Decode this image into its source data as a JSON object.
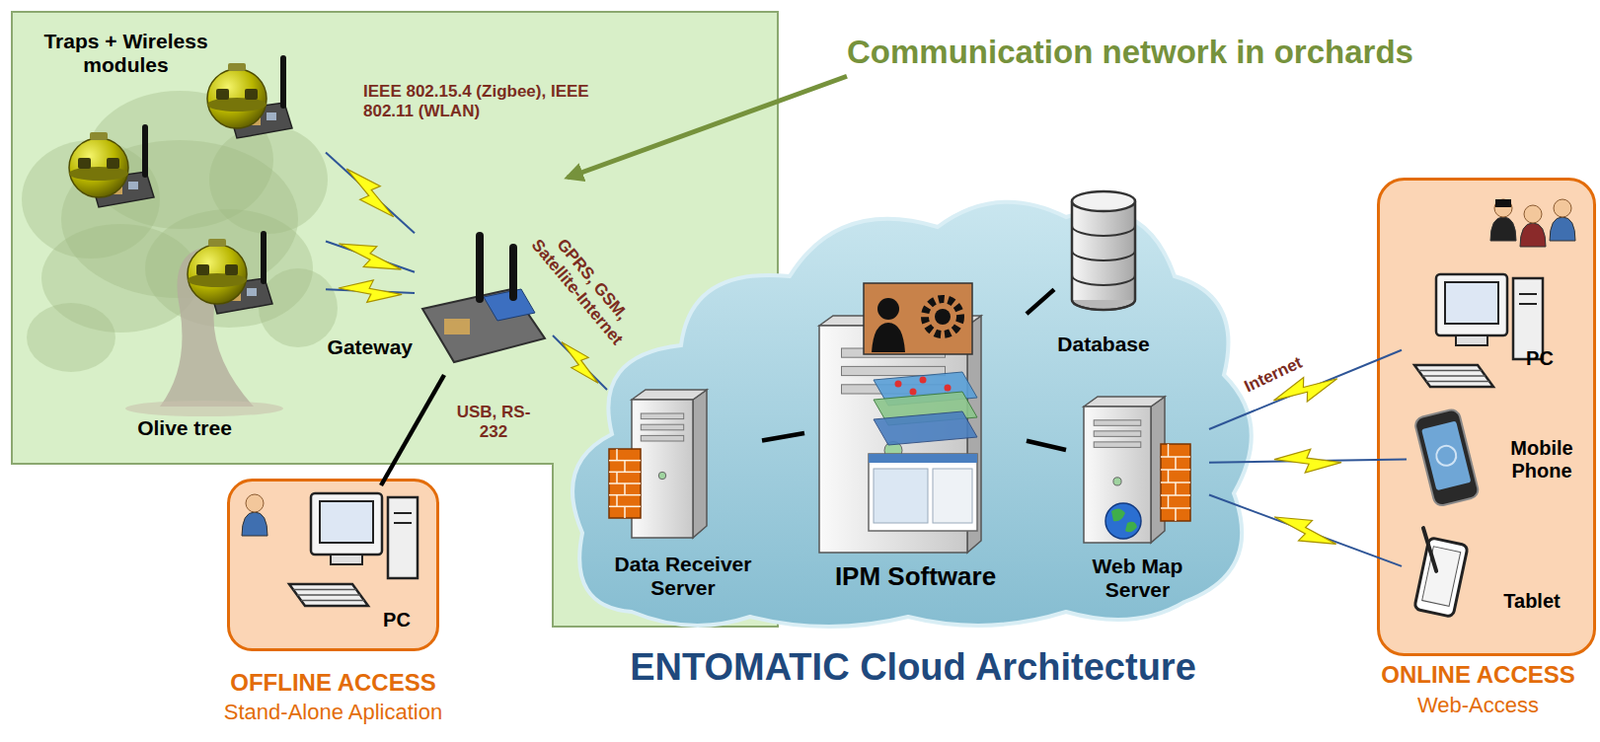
{
  "diagram": {
    "title": "ENTOMATIC Cloud Architecture",
    "nodes": [
      {
        "text": [
          "Olive tree"
        ]
      },
      {
        "text": [
          "Traps + Wireless modules"
        ],
        "in": 0
      },
      {
        "text": [
          "Gateway"
        ],
        "in": 0
      },
      {
        "text": [
          "Communication network in orchards"
        ]
      },
      {
        "text": [
          "OFFLINE ACCESS",
          "Stand-Alone Aplication"
        ]
      },
      {
        "text": [
          "PC"
        ],
        "in": 4
      },
      {
        "text": [
          "ENTOMATIC Cloud Architecture"
        ]
      },
      {
        "text": [
          "Data Receiver Server"
        ],
        "in": 6
      },
      {
        "text": [
          "IPM Software"
        ],
        "in": 6
      },
      {
        "text": [
          "Database"
        ],
        "in": 6
      },
      {
        "text": [
          "Web Map Server"
        ],
        "in": 6
      },
      {
        "text": [
          "ONLINE ACCESS",
          "Web-Access"
        ]
      },
      {
        "text": [
          "PC"
        ],
        "in": 11
      },
      {
        "text": [
          "Mobile Phone"
        ],
        "in": 11
      },
      {
        "text": [
          "Tablet"
        ],
        "in": 11
      }
    ],
    "edges": [
      {
        "from": 1,
        "to": 2,
        "arrow": "none",
        "label": "IEEE 802.15.4 (Zigbee), IEEE 802.11 (WLAN)"
      },
      {
        "from": 2,
        "to": 7,
        "arrow": "none",
        "label": "GPRS, GSM, Satellite-Internet"
      },
      {
        "from": 2,
        "to": 5,
        "arrow": "none",
        "label": "USB, RS-232"
      },
      {
        "from": 7,
        "to": 8,
        "arrow": "none"
      },
      {
        "from": 8,
        "to": 9,
        "arrow": "none"
      },
      {
        "from": 8,
        "to": 10,
        "arrow": "none"
      },
      {
        "from": 10,
        "to": 12,
        "arrow": "none",
        "label": "Internet"
      },
      {
        "from": 10,
        "to": 13,
        "arrow": "none"
      },
      {
        "from": 10,
        "to": 14,
        "arrow": "none"
      },
      {
        "from": 3,
        "to": 0,
        "arrow": "to"
      }
    ]
  }
}
